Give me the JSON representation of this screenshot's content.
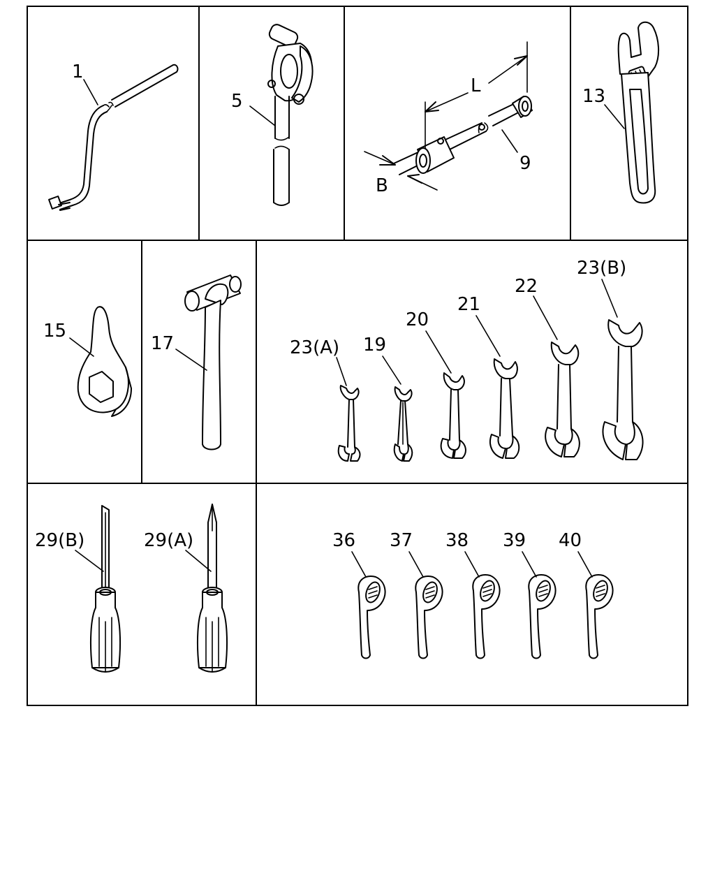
{
  "labels": {
    "p1": "1",
    "p5": "5",
    "dim_l": "L",
    "dim_b": "B",
    "p9": "9",
    "p13": "13",
    "p15": "15",
    "p17": "17",
    "p23a": "23(A)",
    "p19": "19",
    "p20": "20",
    "p21": "21",
    "p22": "22",
    "p23b": "23(B)",
    "p29b": "29(B)",
    "p29a": "29(A)",
    "p36": "36",
    "p37": "37",
    "p38": "38",
    "p39": "39",
    "p40": "40"
  }
}
